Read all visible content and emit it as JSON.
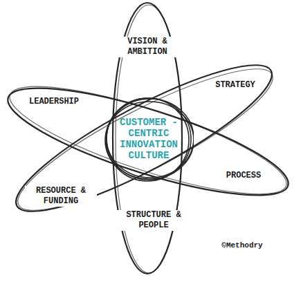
{
  "diagram": {
    "nodes": [
      {
        "text": [
          "CUSTOMER -CENTRIC INNOVATION CULTURE"
        ]
      }
    ],
    "labels": [
      "VISION & AMBITION",
      "STRATEGY",
      "LEADERSHIP",
      "PROCESS",
      "RESOURCE & FUNDING",
      "STRUCTURE & PEOPLE",
      "©Methodry"
    ]
  }
}
